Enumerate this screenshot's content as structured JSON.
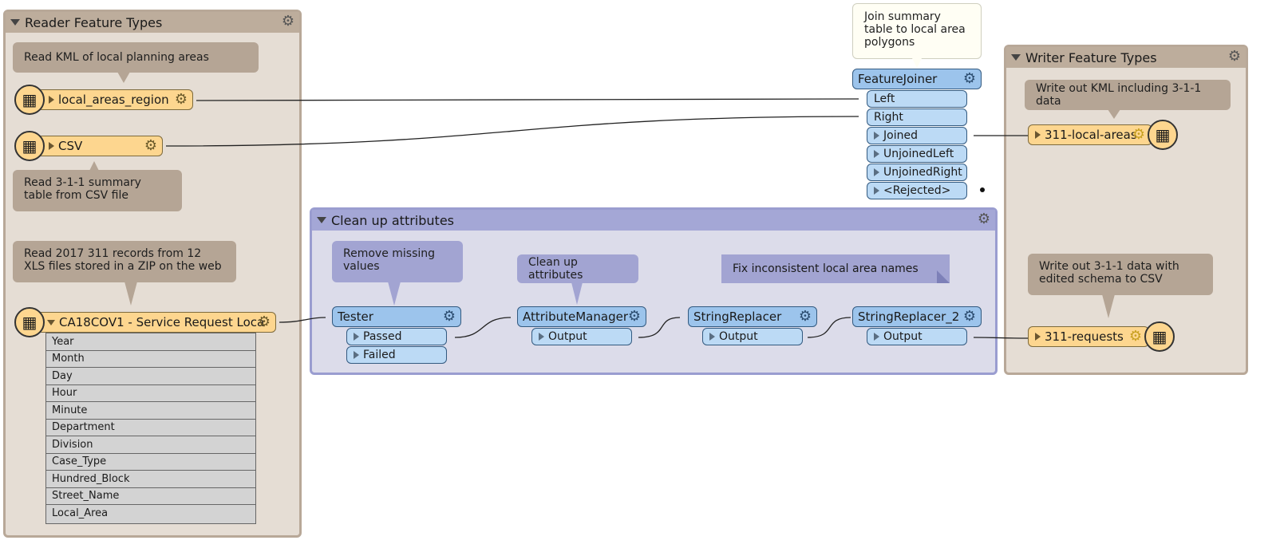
{
  "reader_bookmark": {
    "title": "Reader Feature Types"
  },
  "writer_bookmark": {
    "title": "Writer Feature Types"
  },
  "cleanup_bookmark": {
    "title": "Clean up attributes"
  },
  "annotations": {
    "read_kml": "Read KML of local planning areas",
    "read_csv": "Read 3-1-1 summary table from CSV file",
    "read_xls": "Read 2017 311 records from 12 XLS files stored in a ZIP on the web",
    "join": "Join summary table to local area polygons",
    "write_kml": "Write out KML including 3-1-1 data",
    "write_csv": "Write out 3-1-1 data with edited schema to CSV",
    "remove_missing": "Remove missing values",
    "clean_attrs": "Clean up attributes",
    "fix_names": "Fix inconsistent local area names"
  },
  "readers": {
    "local_areas": "local_areas_region",
    "csv": "CSV",
    "ca18": "CA18COV1 - Service Request Loca",
    "ca18_attributes": [
      "Year",
      "Month",
      "Day",
      "Hour",
      "Minute",
      "Department",
      "Division",
      "Case_Type",
      "Hundred_Block",
      "Street_Name",
      "Local_Area"
    ]
  },
  "writers": {
    "local_areas": "311-local-areas",
    "requests": "311-requests"
  },
  "transformers": {
    "feature_joiner": {
      "name": "FeatureJoiner",
      "inputs": [
        "Left",
        "Right"
      ],
      "outputs": [
        "Joined",
        "UnjoinedLeft",
        "UnjoinedRight",
        "<Rejected>"
      ]
    },
    "tester": {
      "name": "Tester",
      "outputs": [
        "Passed",
        "Failed"
      ]
    },
    "attribute_manager": {
      "name": "AttributeManager",
      "outputs": [
        "Output"
      ]
    },
    "string_replacer": {
      "name": "StringReplacer",
      "outputs": [
        "Output"
      ]
    },
    "string_replacer_2": {
      "name": "StringReplacer_2",
      "outputs": [
        "Output"
      ]
    }
  },
  "colors": {
    "reader_bookmark": "#e5ddd4",
    "cleanup_bookmark": "#dcdcea",
    "feature_type": "#fdd68f",
    "transformer": "#9cc4ec",
    "port": "#bcdaf5"
  }
}
